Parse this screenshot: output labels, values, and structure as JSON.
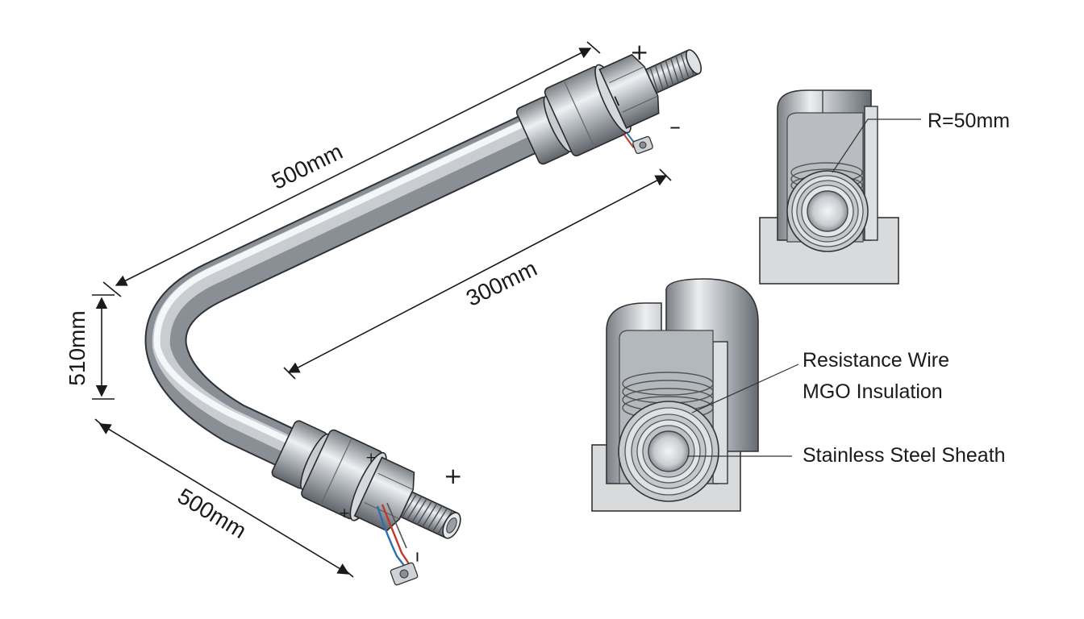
{
  "dimensions": {
    "top_length": "500mm",
    "inner_length": "300mm",
    "height": "510mm",
    "bottom_length": "500mm"
  },
  "polarity": {
    "top_plus": "+",
    "top_minus": "–",
    "bottom_plus": "+",
    "bottom_minus": "–",
    "body_plus": "+",
    "body_plus_small": "+"
  },
  "labels": {
    "radius": "R=50mm",
    "resistance_wire": "Resistance Wire",
    "mgo_insulation": "MGO Insulation",
    "sheath": "Stainless Steel Sheath"
  },
  "colors": {
    "metal_dark": "#6f747a",
    "metal_light": "#f2f4f6",
    "base_fill": "#d9dadc",
    "wire_red": "#c0392b",
    "wire_blue": "#2c6fb0"
  }
}
